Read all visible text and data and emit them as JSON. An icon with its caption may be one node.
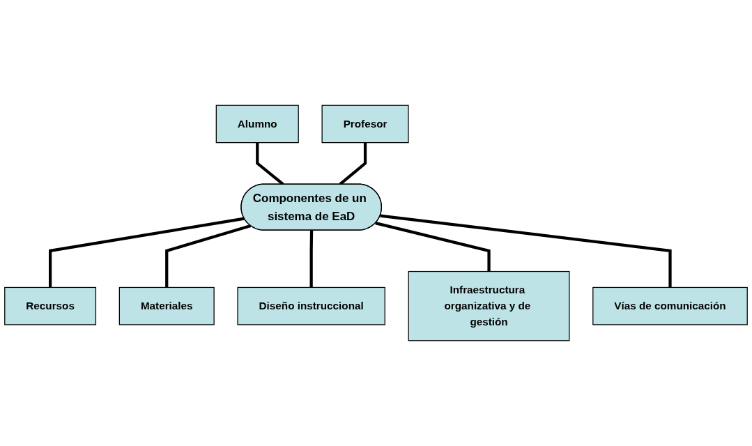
{
  "diagram": {
    "nodes": [
      {
        "text": [
          "Alumno"
        ]
      },
      {
        "text": [
          "Profesor"
        ]
      },
      {
        "text": [
          "Componentes de un sistema de EaD"
        ]
      },
      {
        "text": [
          "Vías de comunicación"
        ]
      },
      {
        "text": [
          "Recursos"
        ]
      },
      {
        "text": [
          "Materiales"
        ]
      },
      {
        "text": [
          "Infraestructura organizativa y de gestión"
        ]
      },
      {
        "text": [
          "Diseño instruccional"
        ]
      }
    ],
    "edges": [
      {
        "from": 0,
        "to": 2,
        "arrow": "none"
      },
      {
        "from": 1,
        "to": 2,
        "arrow": "none"
      },
      {
        "from": 2,
        "to": 4,
        "arrow": "none"
      },
      {
        "from": 2,
        "to": 5,
        "arrow": "none"
      },
      {
        "from": 2,
        "to": 7,
        "arrow": "none"
      },
      {
        "from": 2,
        "to": 6,
        "arrow": "none"
      },
      {
        "from": 2,
        "to": 3,
        "arrow": "none"
      }
    ]
  }
}
